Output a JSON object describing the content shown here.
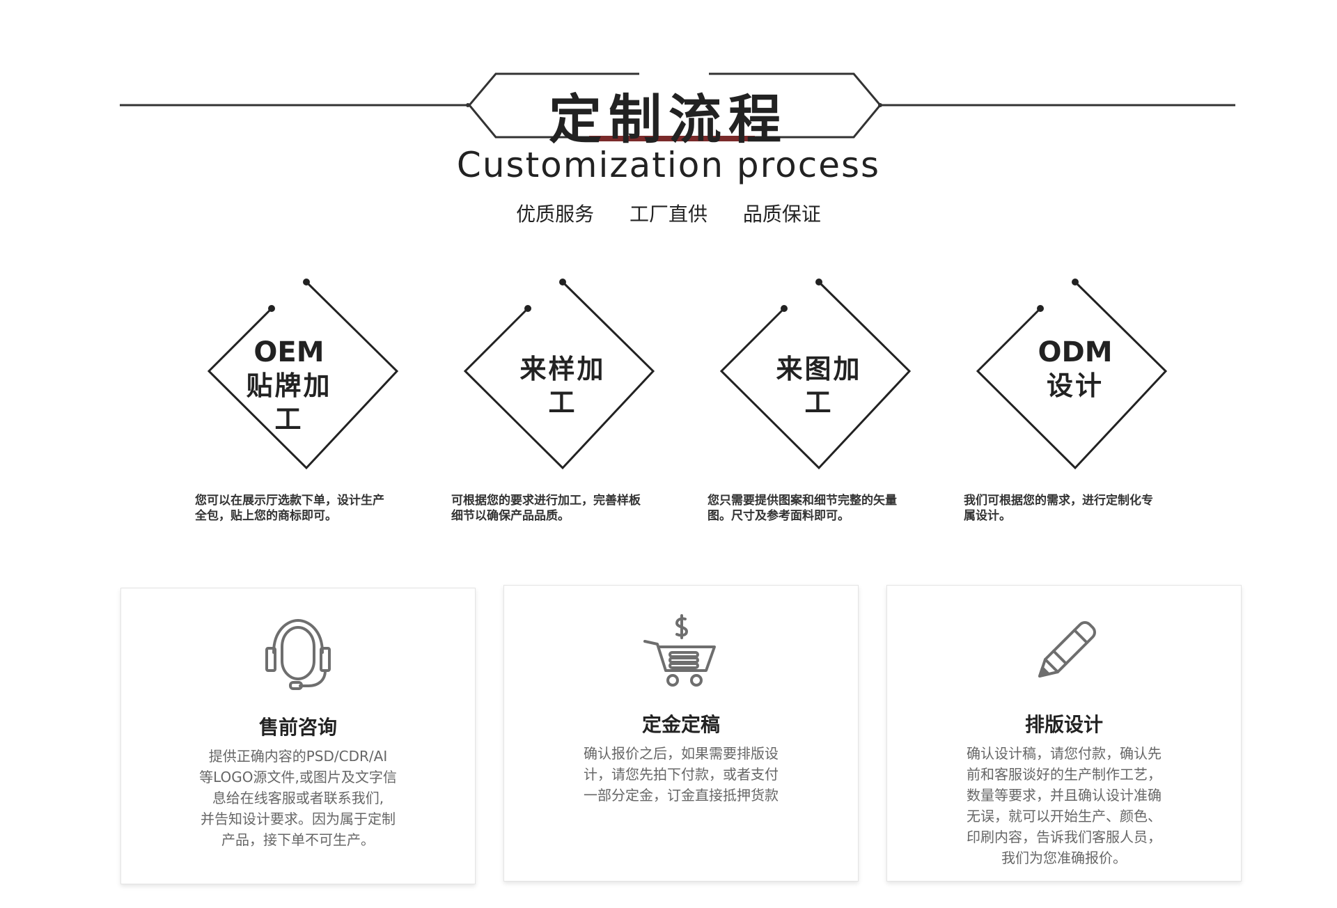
{
  "header": {
    "title": "定制流程",
    "subtitle": "Customization process",
    "tagline": [
      "优质服务",
      "工厂直供",
      "品质保证"
    ]
  },
  "steps": [
    {
      "title_line1": "OEM",
      "title_line2": "贴牌加工",
      "desc_line1": "您可以在展示厅选款下单，设计生产",
      "desc_line2": "全包，贴上您的商标即可。"
    },
    {
      "title_line1": "",
      "title_line2": "来样加工",
      "desc_line1": "可根据您的要求进行加工，完善样板",
      "desc_line2": "细节以确保产品品质。"
    },
    {
      "title_line1": "",
      "title_line2": "来图加工",
      "desc_line1": "您只需要提供图案和细节完整的矢量",
      "desc_line2": "图。尺寸及参考面料即可。"
    },
    {
      "title_line1": "ODM",
      "title_line2": "设计",
      "desc_line1": "我们可根据您的需求，进行定制化专",
      "desc_line2": "属设计。"
    }
  ],
  "cards": [
    {
      "icon": "headset-icon",
      "title": "售前咨询",
      "lines": [
        "提供正确内容的PSD/CDR/AI",
        "等LOGO源文件,或图片及文字信",
        "息给在线客服或者联系我们,",
        "并告知设计要求。因为属于定制",
        "产品，接下单不可生产。"
      ]
    },
    {
      "icon": "shopping-cart-dollar-icon",
      "title": "定金定稿",
      "lines": [
        "确认报价之后，如果需要排版设",
        "计，请您先拍下付款，或者支付",
        "一部分定金，订金直接抵押货款"
      ]
    },
    {
      "icon": "pencil-icon",
      "title": "排版设计",
      "lines": [
        "确认设计稿，请您付款，确认先",
        "前和客服谈好的生产制作工艺，",
        "数量等要求，并且确认设计准确",
        "无误，就可以开始生产、颜色、",
        "印刷内容，告诉我们客服人员，",
        "我们为您准确报价。"
      ]
    }
  ],
  "colors": {
    "text": "#222222",
    "muted": "#666666",
    "accent": "#7a2a2a",
    "line": "#333333",
    "icon": "#6e6e6e"
  }
}
